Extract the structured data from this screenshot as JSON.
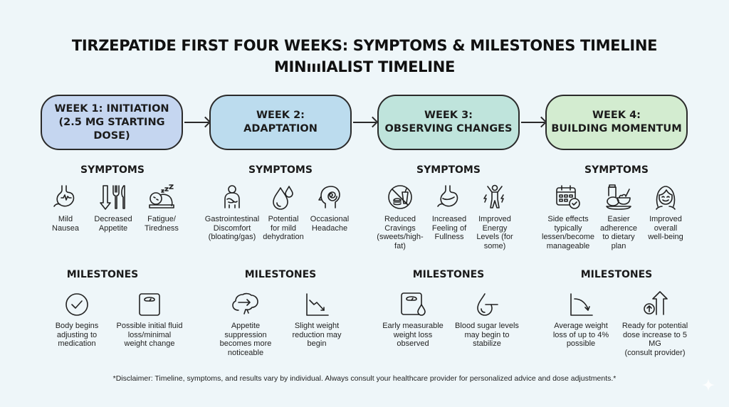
{
  "header": {
    "title": "TIRZEPATIDE FIRST FOUR WEEKS: SYMPTOMS & MILESTONES TIMELINE",
    "subtitle": "MINıııIALIST TIMELINE"
  },
  "colors": {
    "background": "#eef6f9",
    "week1": "#c5d6f0",
    "week2": "#bcdcee",
    "week3": "#bfe4dc",
    "week4": "#d3ecd0",
    "stroke": "#2a2a2a"
  },
  "weeks": [
    {
      "line1": "WEEK 1: INITIATION",
      "line2": "(2.5 MG STARTING DOSE)",
      "symptoms_label": "SYMPTOMS",
      "symptoms": [
        {
          "icon": "stomach-icon",
          "lines": [
            "Mild",
            "Nausea"
          ]
        },
        {
          "icon": "decreased-appetite-icon",
          "lines": [
            "Decreased",
            "Appetite"
          ]
        },
        {
          "icon": "sleeping-person-icon",
          "lines": [
            "Fatigue/",
            "Tiredness"
          ]
        }
      ],
      "milestones_label": "MILESTONES",
      "milestones": [
        {
          "icon": "check-circle-icon",
          "lines": [
            "Body begins",
            "adjusting to",
            "medication"
          ]
        },
        {
          "icon": "scale-icon",
          "lines": [
            "Possible initial fluid",
            "loss/minimal",
            "weight change"
          ]
        }
      ]
    },
    {
      "line1": "WEEK 2:",
      "line2": "ADAPTATION",
      "symptoms_label": "SYMPTOMS",
      "symptoms": [
        {
          "icon": "stomach-discomfort-icon",
          "lines": [
            "Gastrointestinal",
            "Discomfort",
            "(bloating/gas)"
          ]
        },
        {
          "icon": "water-drops-icon",
          "lines": [
            "Potential",
            "for mild",
            "dehydration"
          ]
        },
        {
          "icon": "headache-icon",
          "lines": [
            "Occasional",
            "Headache"
          ]
        }
      ],
      "milestones_label": "MILESTONES",
      "milestones": [
        {
          "icon": "brain-arrow-icon",
          "lines": [
            "Appetite",
            "suppression",
            "becomes more",
            "noticeable"
          ]
        },
        {
          "icon": "trend-down-icon",
          "lines": [
            "Slight weight",
            "reduction may",
            "begin"
          ]
        }
      ]
    },
    {
      "line1": "WEEK 3:",
      "line2": "OBSERVING CHANGES",
      "symptoms_label": "SYMPTOMS",
      "symptoms": [
        {
          "icon": "no-junk-food-icon",
          "lines": [
            "Reduced",
            "Cravings",
            "(sweets/high-",
            "fat)"
          ]
        },
        {
          "icon": "stomach-full-icon",
          "lines": [
            "Increased",
            "Feeling of",
            "Fullness"
          ]
        },
        {
          "icon": "energy-person-icon",
          "lines": [
            "Improved",
            "Energy",
            "Levels (for",
            "some)"
          ]
        }
      ],
      "milestones_label": "MILESTONES",
      "milestones": [
        {
          "icon": "scale-drop-icon",
          "lines": [
            "Early measurable",
            "weight loss",
            "observed"
          ]
        },
        {
          "icon": "blood-drop-icon",
          "lines": [
            "Blood sugar levels",
            "may begin to",
            "stabilize"
          ]
        }
      ]
    },
    {
      "line1": "WEEK 4:",
      "line2": "BUILDING MOMENTUM",
      "symptoms_label": "SYMPTOMS",
      "symptoms": [
        {
          "icon": "calendar-check-icon",
          "lines": [
            "Side effects",
            "typically",
            "lessen/become",
            "manageable"
          ]
        },
        {
          "icon": "healthy-meal-icon",
          "lines": [
            "Easier",
            "adherence",
            "to dietary",
            "plan"
          ]
        },
        {
          "icon": "smiling-woman-icon",
          "lines": [
            "Improved",
            "overall",
            "well-being"
          ]
        }
      ],
      "milestones_label": "MILESTONES",
      "milestones": [
        {
          "icon": "curve-down-icon",
          "lines": [
            "Average weight",
            "loss of up to 4%",
            "possible"
          ]
        },
        {
          "icon": "dose-increase-icon",
          "lines": [
            "Ready for potential",
            "dose increase to 5 MG",
            "(consult provider)"
          ]
        }
      ]
    }
  ],
  "disclaimer": "*Disclaimer: Timeline, symptoms, and results vary by individual. Always consult your healthcare provider for personalized advice and dose adjustments.*"
}
